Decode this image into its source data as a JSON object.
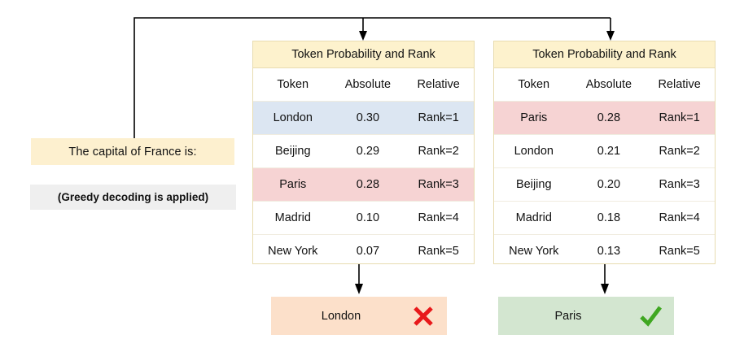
{
  "prompt": {
    "text": "The capital of France is:",
    "note": "(Greedy decoding is applied)"
  },
  "tables": [
    {
      "id": "left",
      "title": "Token Probability and Rank",
      "columns": [
        "Token",
        "Absolute",
        "Relative"
      ],
      "rows": [
        {
          "token": "London",
          "absolute": "0.30",
          "relative": "Rank=1",
          "highlight": "blue"
        },
        {
          "token": "Beijing",
          "absolute": "0.29",
          "relative": "Rank=2",
          "highlight": "none"
        },
        {
          "token": "Paris",
          "absolute": "0.28",
          "relative": "Rank=3",
          "highlight": "pink"
        },
        {
          "token": "Madrid",
          "absolute": "0.10",
          "relative": "Rank=4",
          "highlight": "none"
        },
        {
          "token": "New York",
          "absolute": "0.07",
          "relative": "Rank=5",
          "highlight": "none"
        }
      ]
    },
    {
      "id": "right",
      "title": "Token Probability and Rank",
      "columns": [
        "Token",
        "Absolute",
        "Relative"
      ],
      "rows": [
        {
          "token": "Paris",
          "absolute": "0.28",
          "relative": "Rank=1",
          "highlight": "pink"
        },
        {
          "token": "London",
          "absolute": "0.21",
          "relative": "Rank=2",
          "highlight": "none"
        },
        {
          "token": "Beijing",
          "absolute": "0.20",
          "relative": "Rank=3",
          "highlight": "none"
        },
        {
          "token": "Madrid",
          "absolute": "0.18",
          "relative": "Rank=4",
          "highlight": "none"
        },
        {
          "token": "New York",
          "absolute": "0.13",
          "relative": "Rank=5",
          "highlight": "none"
        }
      ]
    }
  ],
  "outcomes": [
    {
      "id": "left",
      "label": "London",
      "mark": "cross-icon",
      "mark_color": "#e8191b"
    },
    {
      "id": "right",
      "label": "Paris",
      "mark": "check-icon",
      "mark_color": "#3fa721"
    }
  ],
  "colors": {
    "header_yellow": "#fdf2cd",
    "prompt_yellow": "#fdf0cf",
    "note_gray": "#efefef",
    "highlight_blue": "#dce6f2",
    "highlight_pink": "#f6d3d3",
    "outcome_orange": "#fce0ca",
    "outcome_green": "#d3e6d0",
    "border": "#e8dcb0",
    "connector": "#000000"
  }
}
